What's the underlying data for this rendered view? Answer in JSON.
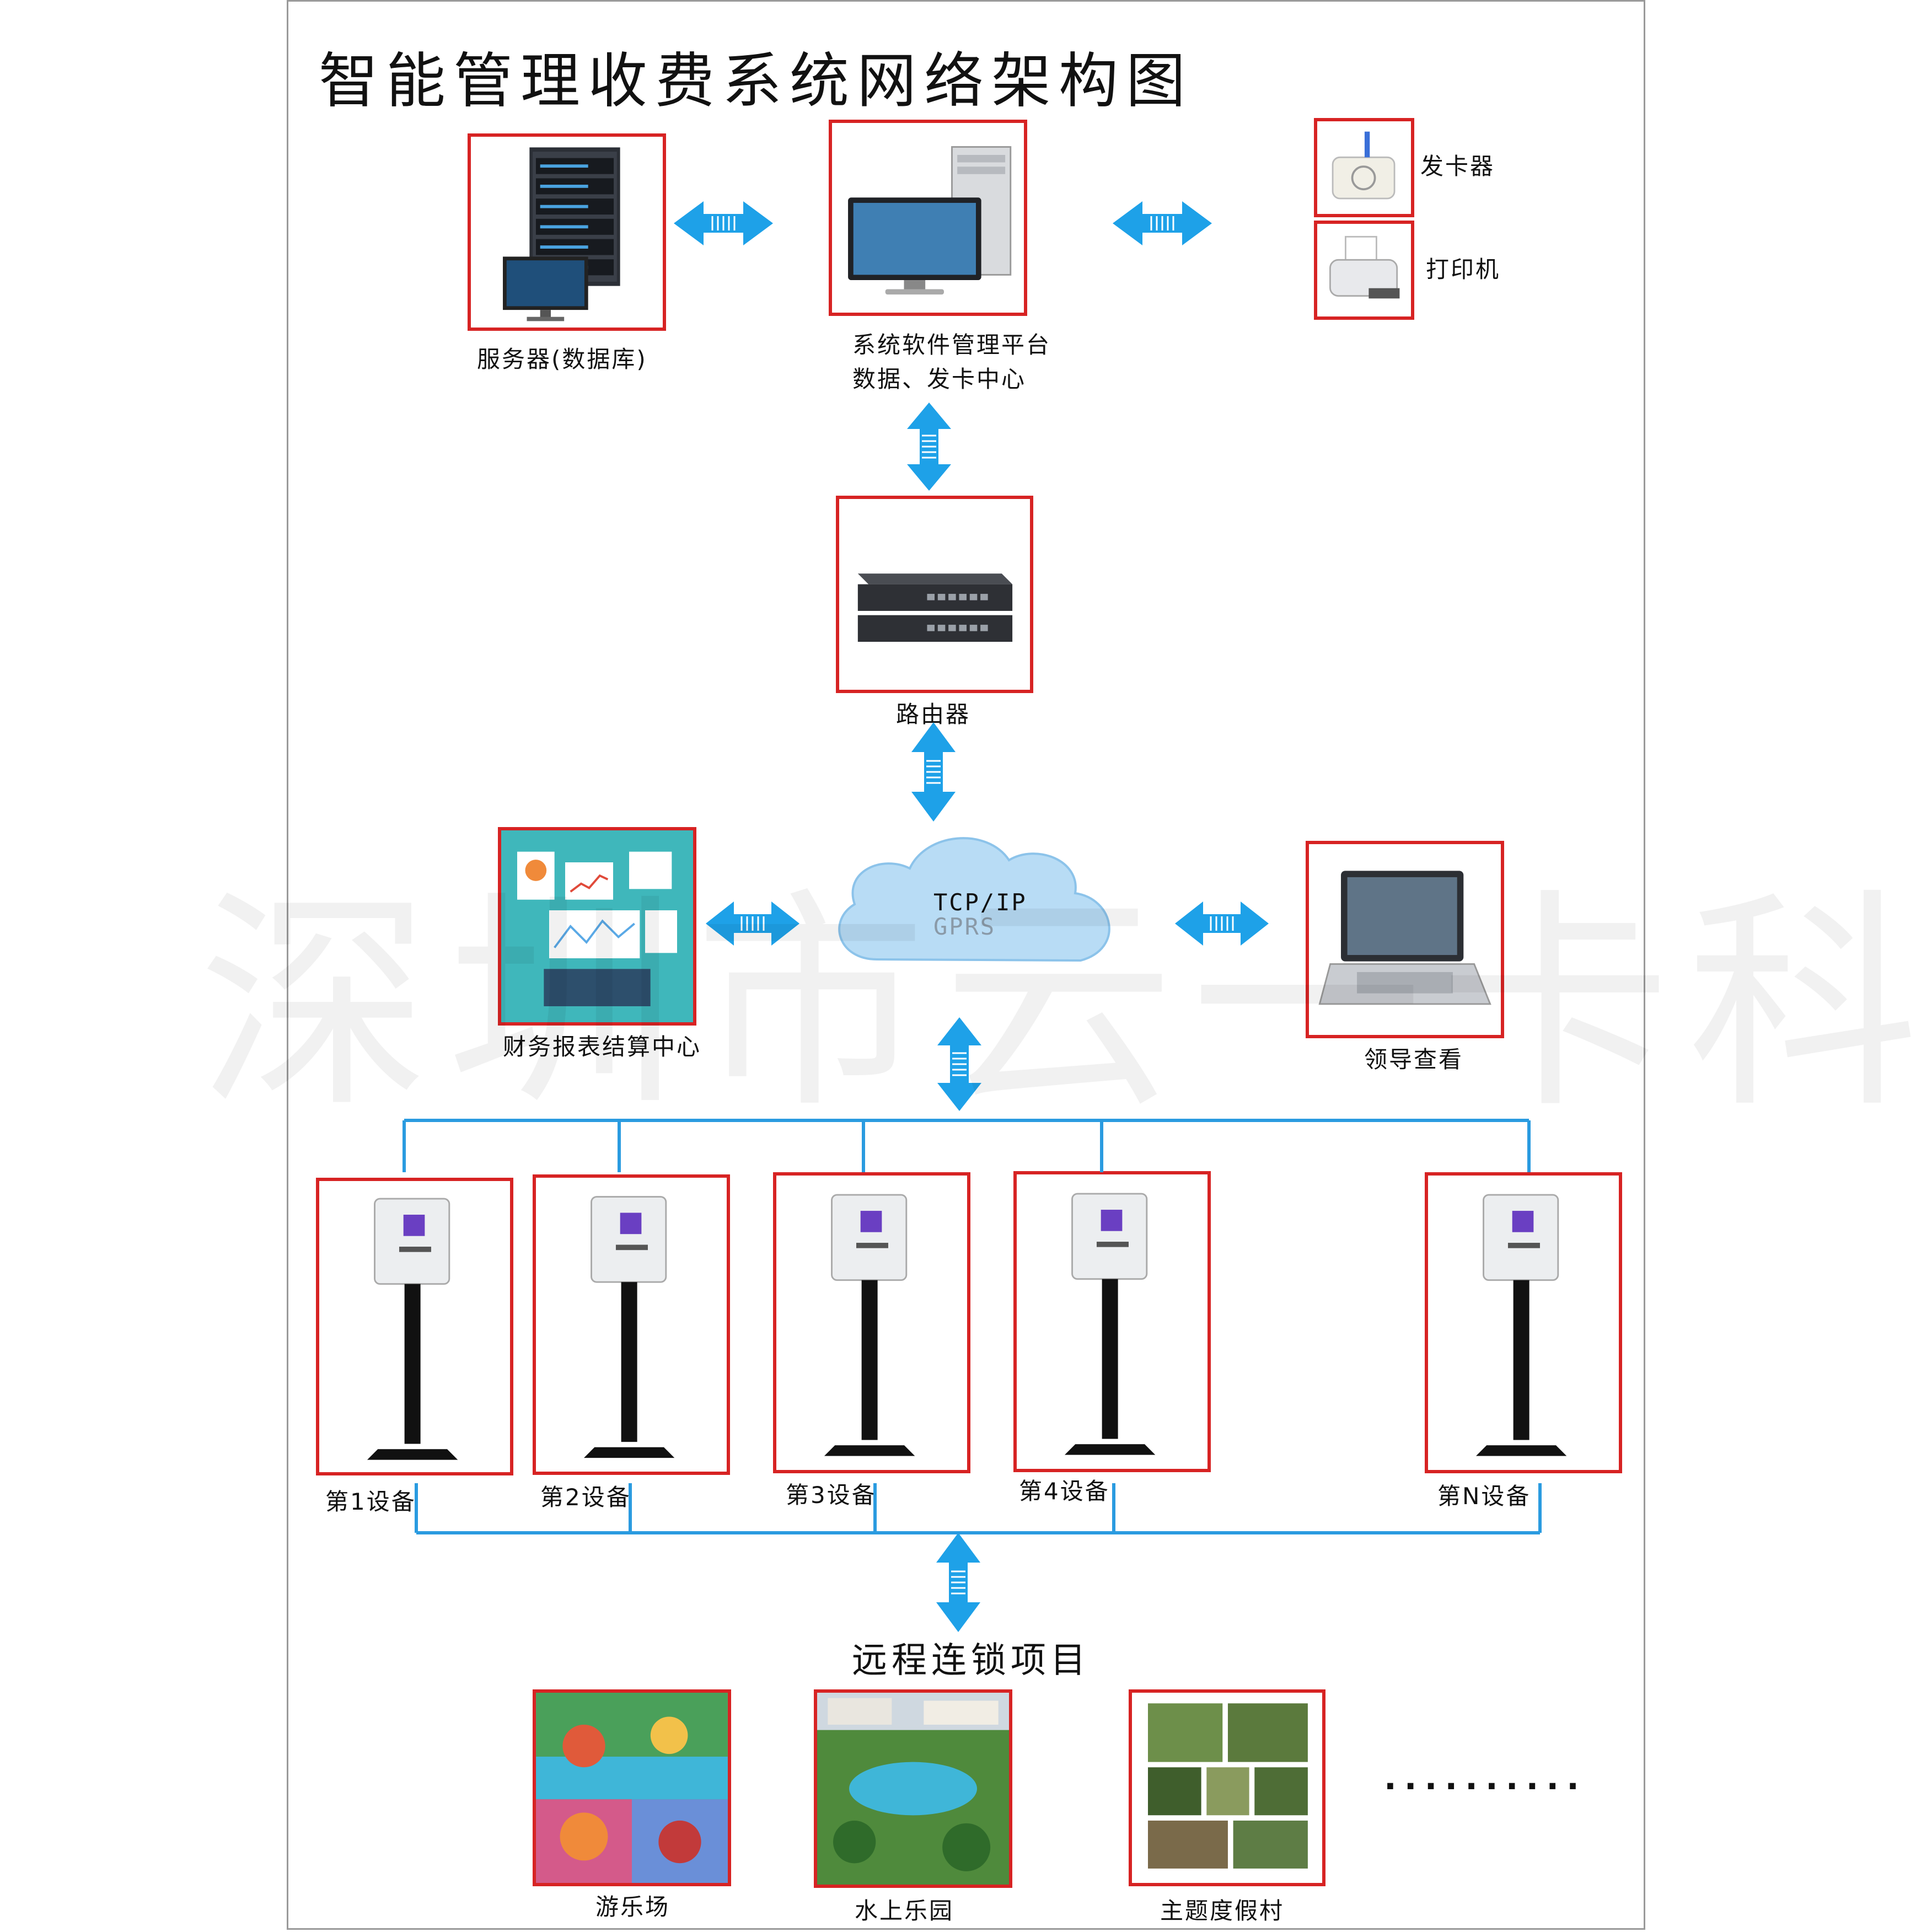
{
  "title": "智能管理收费系统网络架构图",
  "watermark": "深圳市云一卡科技",
  "nodes": {
    "server": "服务器(数据库)",
    "platform_line1": "系统软件管理平台",
    "platform_line2": "数据、发卡中心",
    "card_issuer": "发卡器",
    "printer": "打印机",
    "router": "路由器",
    "cloud_line1": "TCP/IP",
    "cloud_line2": "GPRS",
    "finance": "财务报表结算中心",
    "leader": "领导查看"
  },
  "devices": [
    "第1设备",
    "第2设备",
    "第3设备",
    "第4设备",
    "第N设备"
  ],
  "remote_title": "远程连锁项目",
  "projects": [
    "游乐场",
    "水上乐园",
    "主题度假村"
  ],
  "more": "..........",
  "colors": {
    "frame": "#d72323",
    "line": "#2a9be0",
    "arrow": "#1ea1e8"
  }
}
